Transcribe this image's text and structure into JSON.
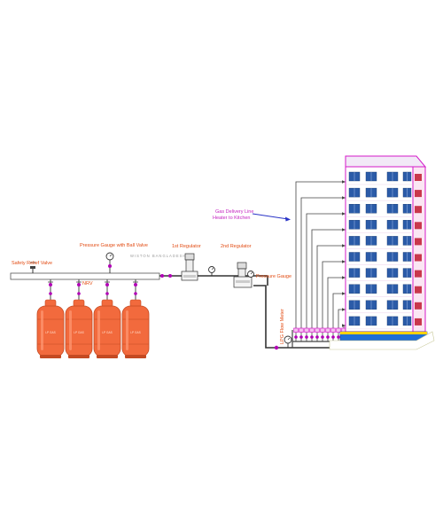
{
  "labels": {
    "safety_relief_valve": "Safety Relief Valve",
    "nrv": "NRV",
    "pressure_gauge_ball_valve": "Pressure Gauge with Ball Valve",
    "first_regulator": "1st Regulator",
    "second_regulator": "2nd Regulator",
    "pressure_gauge": "Pressure Gauge",
    "gas_delivery_line": "Gas Delivery Line",
    "heater_to_kitchen": "Heater to Kitchen",
    "lpg_flow_meter": "LPG Flow Meter",
    "watermark": "WISTON BANGLADESH"
  },
  "cylinders": {
    "count": 4,
    "label": "LP GAS"
  },
  "building": {
    "floors": 10,
    "delivery_lines": 10,
    "meters": 10
  },
  "colors": {
    "cylinder_body": "#f26a3d",
    "cylinder_dark": "#c44a22",
    "building_outline": "#d419c9",
    "window": "#2b5ba8",
    "balcony": "#c0172e",
    "base_blue": "#1f6fd6",
    "pipe": "#333333",
    "label_orange": "#e24b12",
    "label_magenta": "#c422c0",
    "arrow_blue": "#2a34c7"
  }
}
